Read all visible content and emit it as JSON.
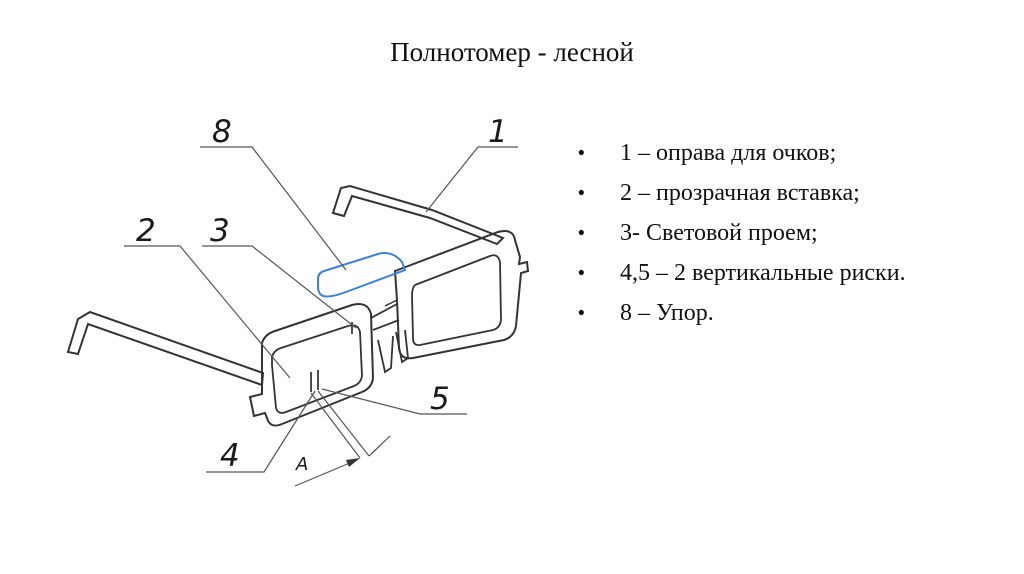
{
  "title": "Полнотомер - лесной",
  "legend": {
    "items": [
      "1 – оправа для очков;",
      "2 – прозрачная вставка;",
      "3- Световой проем;",
      "4,5 – 2 вертикальные риски.",
      "8 – Упор."
    ]
  },
  "diagram": {
    "callouts": {
      "c1": "1",
      "c2": "2",
      "c3": "3",
      "c4": "4",
      "c5": "5",
      "c8": "8",
      "dim": "A"
    }
  },
  "colors": {
    "line": "#333333",
    "leader": "#555555",
    "highlight": "#3b82d8"
  }
}
